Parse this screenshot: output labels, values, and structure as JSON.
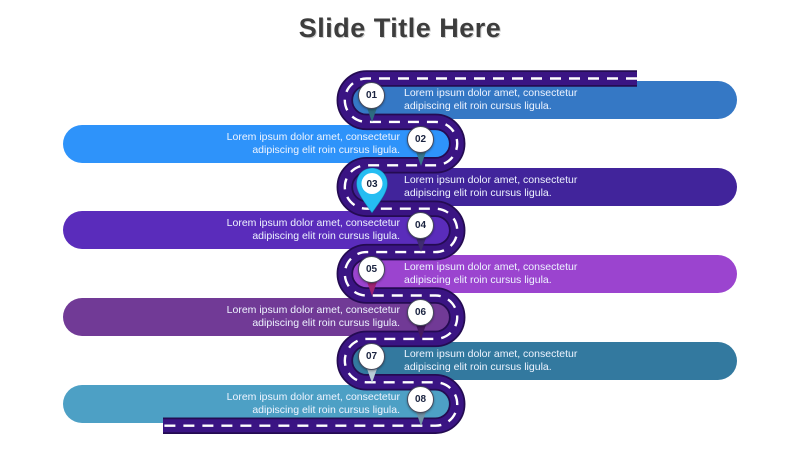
{
  "title": "Slide Title Here",
  "title_color": "#3d3d3d",
  "road": {
    "color": "#3a1483",
    "outline_color": "#240b52",
    "dash_color": "#ffffff"
  },
  "pin_highlight_color": "#25bdf2",
  "rows": [
    {
      "number": "01",
      "side": "right",
      "pill_color": "#3578c5",
      "tail_color": "#2d6b80",
      "line1": "Lorem ipsum dolor amet, consectetur",
      "line2": "adipiscing elit roin cursus ligula."
    },
    {
      "number": "02",
      "side": "left",
      "pill_color": "#2e93fa",
      "tail_color": "#37758c",
      "line1": "Lorem ipsum dolor amet, consectetur",
      "line2": "adipiscing elit roin cursus ligula."
    },
    {
      "number": "03",
      "side": "right",
      "pill_color": "#41249b",
      "tail_color": "#25bdf2",
      "highlight": true,
      "line1": "Lorem ipsum dolor amet, consectetur",
      "line2": "adipiscing elit roin cursus ligula."
    },
    {
      "number": "04",
      "side": "left",
      "pill_color": "#5a2cbb",
      "tail_color": "#3f2c70",
      "line1": "Lorem ipsum dolor amet, consectetur",
      "line2": "adipiscing elit roin cursus ligula."
    },
    {
      "number": "05",
      "side": "right",
      "pill_color": "#9b44cf",
      "tail_color": "#9e2272",
      "line1": "Lorem ipsum dolor amet, consectetur",
      "line2": "adipiscing elit roin cursus ligula."
    },
    {
      "number": "06",
      "side": "left",
      "pill_color": "#713a96",
      "tail_color": "#451960",
      "line1": "Lorem ipsum dolor amet, consectetur",
      "line2": "adipiscing elit roin cursus ligula."
    },
    {
      "number": "07",
      "side": "right",
      "pill_color": "#33799f",
      "tail_color": "#b9cbd6",
      "line1": "Lorem ipsum dolor amet, consectetur",
      "line2": "adipiscing elit roin cursus ligula."
    },
    {
      "number": "08",
      "side": "left",
      "pill_color": "#4da0c5",
      "tail_color": "#7191a5",
      "line1": "Lorem ipsum dolor amet, consectetur",
      "line2": "adipiscing elit roin cursus ligula."
    }
  ]
}
